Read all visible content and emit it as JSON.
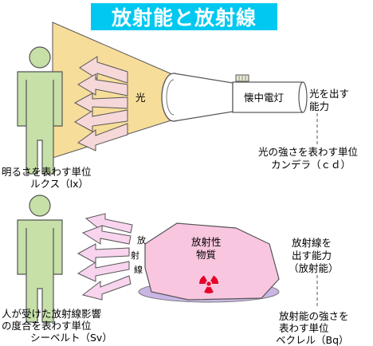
{
  "title": "放射能と放射線",
  "top": {
    "beam_label": "光",
    "flashlight_label": "懐中電灯",
    "source_ability_line1": "光を出す",
    "source_ability_line2": "能力",
    "intensity_unit_line1": "光の強さを表わす単位",
    "intensity_unit_line2": "カンデラ（ｃｄ）",
    "brightness_unit_line1": "明るさを表わす単位",
    "brightness_unit_line2": "ルクス（lx）"
  },
  "bottom": {
    "radiation_label_1": "放",
    "radiation_label_2": "射",
    "radiation_label_3": "線",
    "material_line1": "放射性",
    "material_line2": "物質",
    "source_ability_line1": "放射線を",
    "source_ability_line2": "出す能力",
    "source_ability_line3": "（放射能）",
    "activity_unit_line1": "放射能の強さを",
    "activity_unit_line2": "表わす単位",
    "activity_unit_line3": "ベクレル（Bq）",
    "dose_unit_line1": "人が受けた放射線影響",
    "dose_unit_line2": "の度合を表わす単位",
    "dose_unit_line3": "シーベルト（Sv）"
  },
  "colors": {
    "banner": "#00c8f0",
    "person_fill": "#c6e0a8",
    "beam_fill": "#f7dd9a",
    "arrow_top_fill": "#f6d8d8",
    "arrow_bottom_fill": "#f8d4ee",
    "rock_fill": "#f9c6e0",
    "radiation_symbol": "#e4002b"
  },
  "icons": [
    "person-figure",
    "flashlight-icon",
    "radioactive-trefoil-icon"
  ]
}
